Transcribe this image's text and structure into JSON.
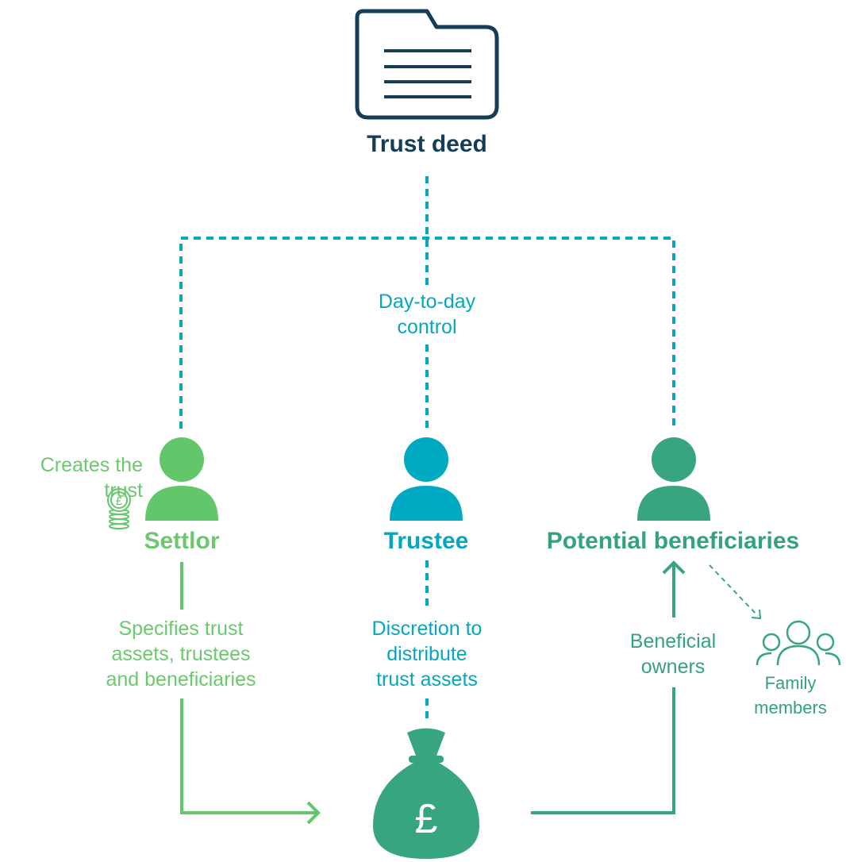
{
  "colors": {
    "settlor": "#62c66a",
    "trustee": "#00a9c2",
    "beneficiaries": "#37a57f",
    "deed": "#143e57"
  },
  "deed": {
    "title": "Trust deed",
    "icon": "folder-document-icon"
  },
  "settlor": {
    "title": "Settlor",
    "side_label": "Creates the\ntrust",
    "coin_icon": "pound-coins-icon",
    "person_icon": "person-icon"
  },
  "trustee": {
    "title": "Trustee",
    "person_icon": "person-icon"
  },
  "beneficiaries": {
    "title": "Potential beneficiaries",
    "person_icon": "person-icon"
  },
  "family": {
    "label": "Family\nmembers",
    "icon": "group-people-icon"
  },
  "edges": {
    "day_to_day": "Day-to-day\ncontrol",
    "specifies": "Specifies trust\nassets, trustees\nand beneficiaries",
    "discretion": "Discretion to\ndistribute\ntrust assets",
    "beneficial": "Beneficial\nowners"
  },
  "moneybag": {
    "symbol": "£",
    "icon": "money-bag-icon"
  }
}
